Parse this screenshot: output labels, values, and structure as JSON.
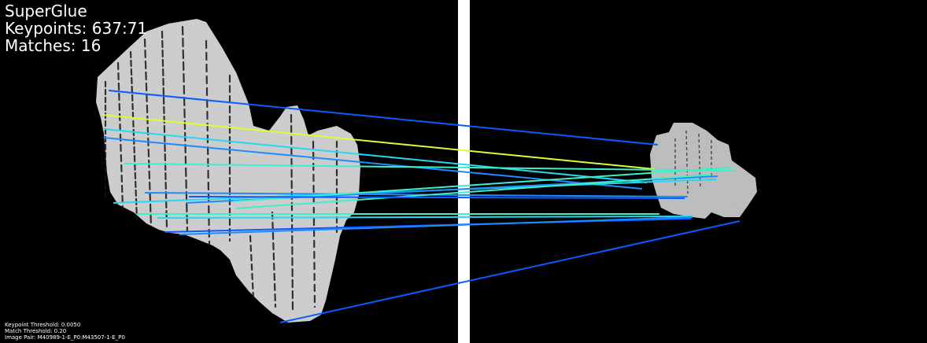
{
  "header": {
    "method": "SuperGlue",
    "keypoints_text": "Keypoints: 637:71",
    "matches_text": "Matches: 16"
  },
  "footer": {
    "keypoint_threshold": "Keypoint Threshold: 0.0050",
    "match_threshold": "Match Threshold: 0.20",
    "image_pair": "Image Pair: M40989-1-E_P0:M43507-1-E_P0"
  },
  "colors": {
    "background": "#000000",
    "separator": "#ffffff",
    "fragment": "#d8d8d8",
    "ink": "#1a1a1a",
    "match_colors": [
      "#0a5cff",
      "#1e8cff",
      "#28d7f0",
      "#3cf0c8",
      "#d4ff3c"
    ]
  },
  "images": [
    {
      "name": "left-fragment",
      "description_visible": false
    },
    {
      "name": "right-fragment",
      "description_visible": false
    }
  ]
}
